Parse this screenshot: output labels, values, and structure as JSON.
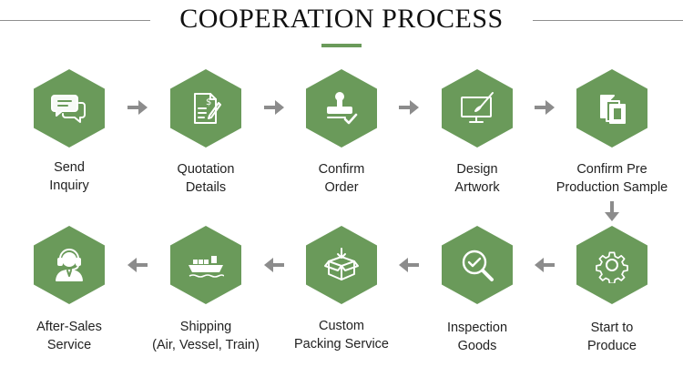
{
  "title": "COOPERATION PROCESS",
  "colors": {
    "accent": "#6a9a5a",
    "arrow": "#8c8c8c"
  },
  "steps": [
    {
      "icon": "chat-bubbles-icon",
      "line1": "Send",
      "line2": "Inquiry"
    },
    {
      "icon": "quotation-document-icon",
      "line1": "Quotation",
      "line2": "Details"
    },
    {
      "icon": "stamp-check-icon",
      "line1": "Confirm",
      "line2": "Order"
    },
    {
      "icon": "monitor-design-icon",
      "line1": "Design",
      "line2": "Artwork"
    },
    {
      "icon": "sample-swatches-icon",
      "line1": "Confirm Pre",
      "line2": "Production Sample"
    },
    {
      "icon": "gear-icon",
      "line1": "Start to",
      "line2": "Produce"
    },
    {
      "icon": "magnifier-check-icon",
      "line1": "Inspection",
      "line2": "Goods"
    },
    {
      "icon": "open-box-icon",
      "line1": "Custom",
      "line2": "Packing Service"
    },
    {
      "icon": "cargo-ship-icon",
      "line1": "Shipping",
      "line2": "(Air, Vessel, Train)"
    },
    {
      "icon": "headset-agent-icon",
      "line1": "After-Sales",
      "line2": "Service"
    }
  ]
}
